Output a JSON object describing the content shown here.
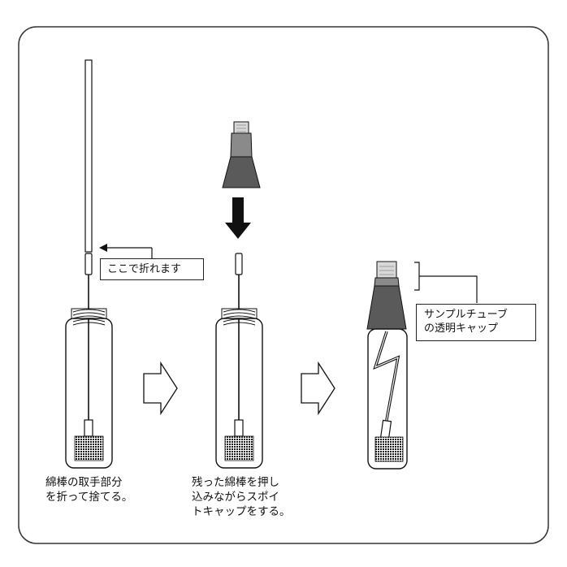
{
  "callouts": {
    "break_point": "ここで折れます",
    "cap_line1": "サンプルチューブ",
    "cap_line2": "の透明キャップ"
  },
  "captions": {
    "step1": [
      "綿棒の取手部分",
      "を折って捨てる。"
    ],
    "step2": [
      "残った綿棒を押し",
      "込みながらスポイ",
      "トキャップをする。"
    ]
  },
  "colors": {
    "cap": "#5a5a5a",
    "tip": "#d8d8d8",
    "line": "#111111",
    "swab_head": "#222222"
  }
}
